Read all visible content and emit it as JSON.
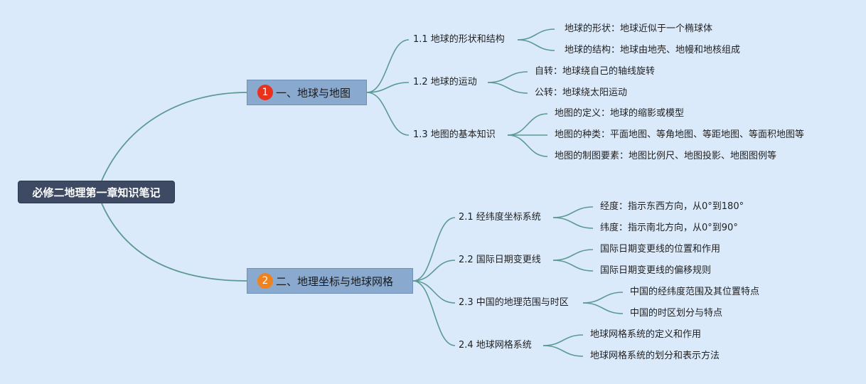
{
  "root": {
    "label": "必修二地理第一章知识笔记"
  },
  "branches": [
    {
      "badge": "1",
      "label": "一、地球与地图",
      "sections": [
        {
          "label": "1.1 地球的形状和结构",
          "items": [
            "地球的形状：地球近似于一个椭球体",
            "地球的结构：地球由地壳、地幔和地核组成"
          ]
        },
        {
          "label": "1.2 地球的运动",
          "items": [
            "自转：地球绕自己的轴线旋转",
            "公转：地球绕太阳运动"
          ]
        },
        {
          "label": "1.3 地图的基本知识",
          "items": [
            "地图的定义：地球的缩影或模型",
            "地图的种类：平面地图、等角地图、等距地图、等面积地图等",
            "地图的制图要素：地图比例尺、地图投影、地图图例等"
          ]
        }
      ]
    },
    {
      "badge": "2",
      "label": "二、地理坐标与地球网格",
      "sections": [
        {
          "label": "2.1 经纬度坐标系统",
          "items": [
            "经度：指示东西方向，从0°到180°",
            "纬度：指示南北方向，从0°到90°"
          ]
        },
        {
          "label": "2.2 国际日期变更线",
          "items": [
            "国际日期变更线的位置和作用",
            "国际日期变更线的偏移规则"
          ]
        },
        {
          "label": "2.3 中国的地理范围与时区",
          "items": [
            "中国的经纬度范围及其位置特点",
            "中国的时区划分与特点"
          ]
        },
        {
          "label": "2.4 地球网格系统",
          "items": [
            "地球网格系统的定义和作用",
            "地球网格系统的划分和表示方法"
          ]
        }
      ]
    }
  ],
  "colors": {
    "line": "#5b9a92",
    "root_bg": "#3e4a63",
    "branch_bg": "#89a9cf",
    "badge_1": "#e8321e",
    "badge_2": "#f0811f"
  }
}
